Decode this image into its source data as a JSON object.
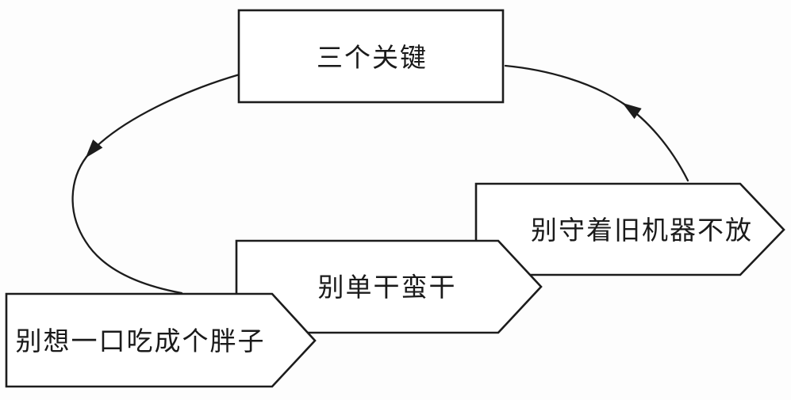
{
  "diagram": {
    "title": "三个关键",
    "steps": [
      {
        "order": 1,
        "label": "别想一口吃成个胖子"
      },
      {
        "order": 2,
        "label": "别单干蛮干"
      },
      {
        "order": 3,
        "label": "别守着旧机器不放"
      }
    ],
    "connections": [
      {
        "from": "title-box",
        "to": "step-1",
        "side": "left",
        "style": "curved-arrow"
      },
      {
        "from": "step-3",
        "to": "title-box",
        "side": "right",
        "style": "curved-arrow"
      }
    ],
    "colors": {
      "stroke": "#1c1c1c",
      "fill": "#ffffff",
      "background": "#fdfdfd"
    }
  }
}
